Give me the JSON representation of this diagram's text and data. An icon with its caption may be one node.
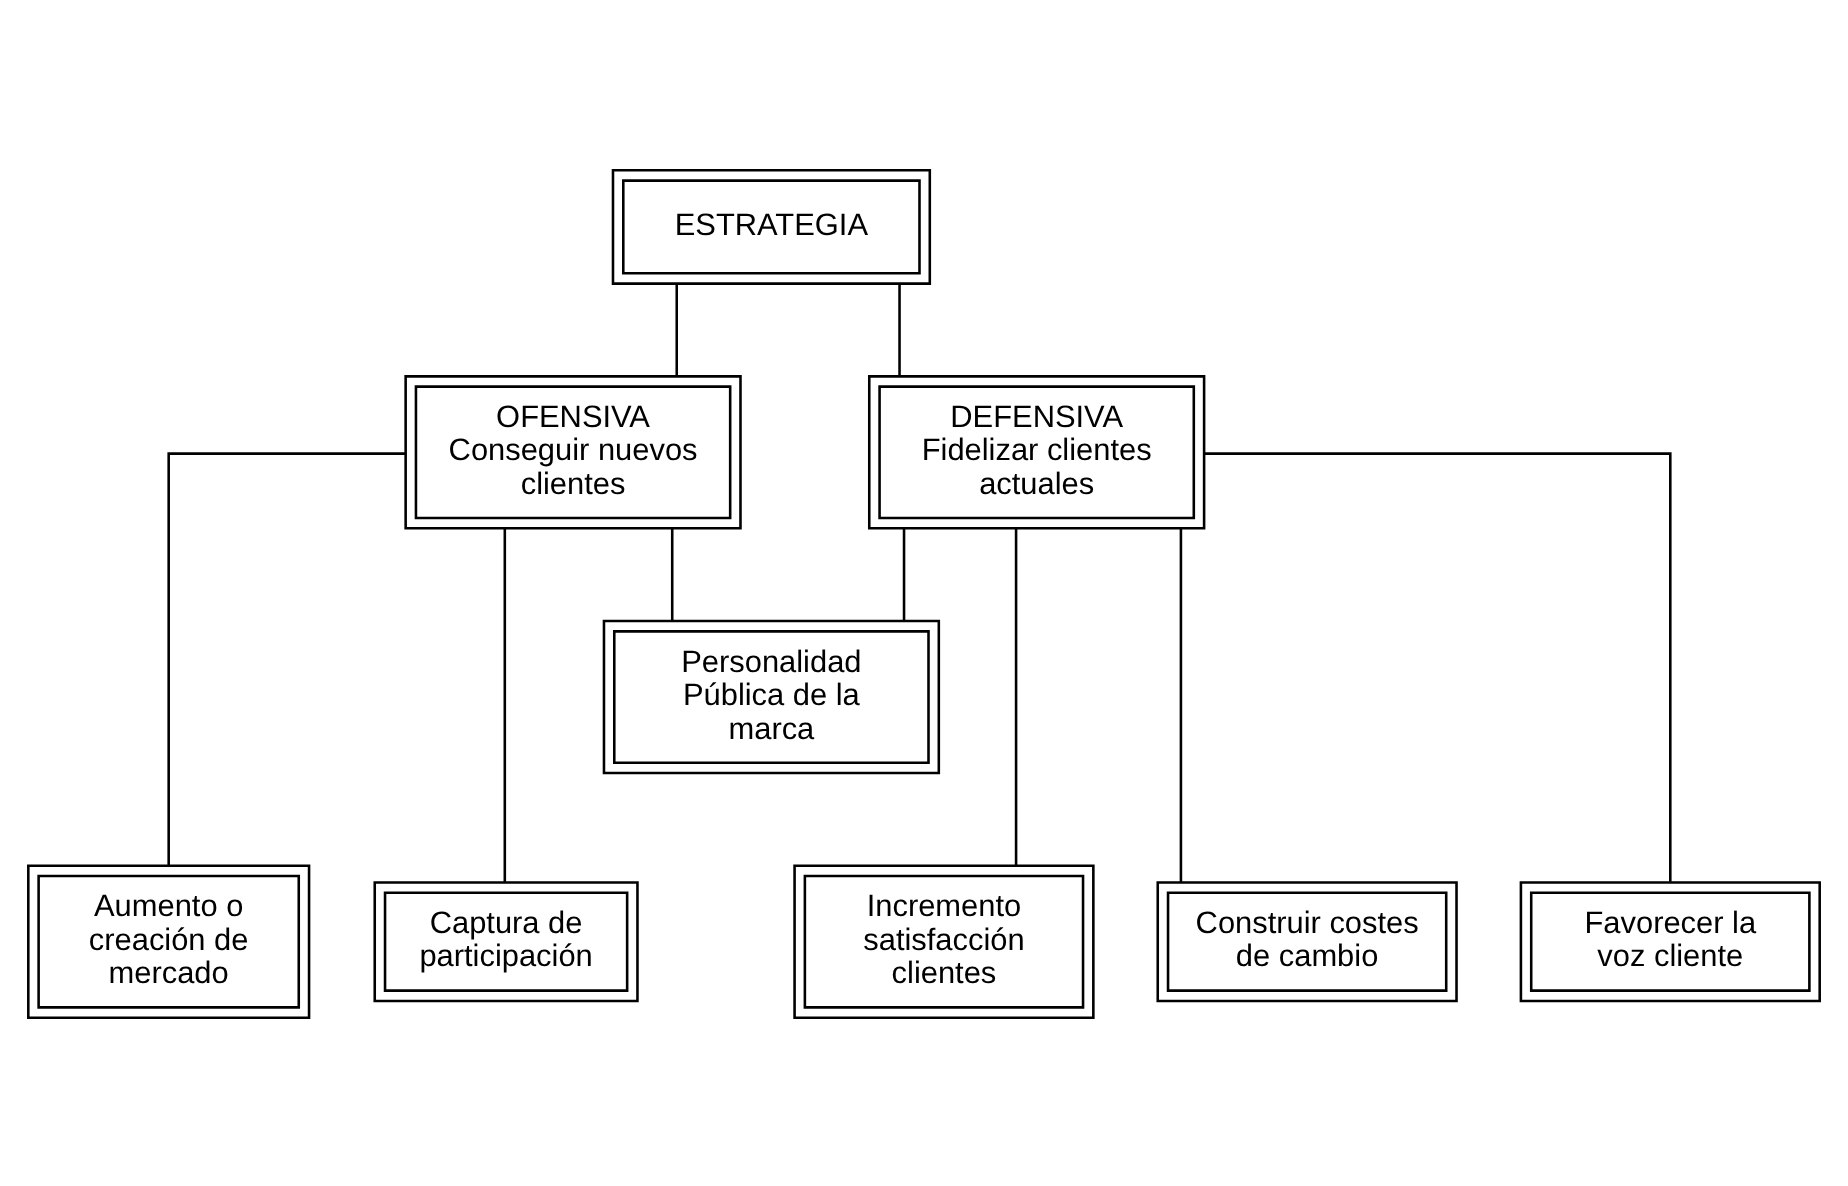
{
  "diagram": {
    "nodes": [
      {
        "text": [
          "ESTRATEGIA"
        ]
      },
      {
        "text": [
          "OFENSIVA",
          "Conseguir nuevos clientes"
        ]
      },
      {
        "text": [
          "DEFENSIVA",
          "Fidelizar clientes actuales"
        ]
      },
      {
        "text": [
          "Personalidad Pública de la marca"
        ]
      },
      {
        "text": [
          "Aumento o creación de mercado"
        ]
      },
      {
        "text": [
          "Captura de participación"
        ]
      },
      {
        "text": [
          "Incremento satisfacción clientes"
        ]
      },
      {
        "text": [
          "Construir costes de cambio"
        ]
      },
      {
        "text": [
          "Favorecer la voz cliente"
        ]
      }
    ],
    "edges": [
      {
        "from": 0,
        "to": 1,
        "arrow": "none"
      },
      {
        "from": 0,
        "to": 2,
        "arrow": "none"
      },
      {
        "from": 1,
        "to": 3,
        "arrow": "none"
      },
      {
        "from": 2,
        "to": 3,
        "arrow": "none"
      },
      {
        "from": 1,
        "to": 4,
        "arrow": "none"
      },
      {
        "from": 1,
        "to": 5,
        "arrow": "none"
      },
      {
        "from": 2,
        "to": 6,
        "arrow": "none"
      },
      {
        "from": 2,
        "to": 7,
        "arrow": "none"
      },
      {
        "from": 2,
        "to": 8,
        "arrow": "none"
      }
    ]
  }
}
